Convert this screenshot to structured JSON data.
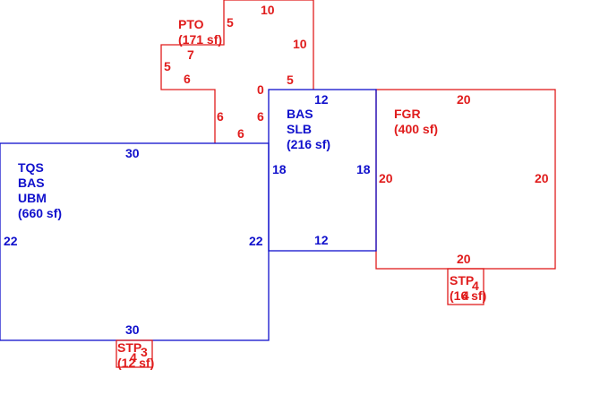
{
  "areas": {
    "pto": {
      "label_lines": [
        "PTO",
        "(171 sf)"
      ],
      "dims": [
        "10",
        "5",
        "10",
        "7",
        "5",
        "6",
        "0",
        "5",
        "6",
        "6",
        "6"
      ]
    },
    "bas_slb": {
      "label_lines": [
        "BAS",
        "SLB",
        "(216 sf)"
      ],
      "dims": [
        "12",
        "18",
        "18",
        "12"
      ]
    },
    "fgr": {
      "label_lines": [
        "FGR",
        "(400 sf)"
      ],
      "dims": [
        "20",
        "20",
        "20",
        "20"
      ]
    },
    "tqs": {
      "label_lines": [
        "TQS",
        "BAS",
        "UBM",
        "(660 sf)"
      ],
      "dims": [
        "30",
        "22",
        "22",
        "30"
      ]
    },
    "stp_right": {
      "label_lines": [
        "STP",
        "(16 sf)"
      ],
      "dims": [
        "4",
        "4"
      ]
    },
    "stp_bottom": {
      "label_lines": [
        "STP",
        "(12 sf)"
      ],
      "dims": [
        "4",
        "3"
      ]
    }
  },
  "colors": {
    "red": "#e01c1c",
    "blue": "#1010cc"
  }
}
